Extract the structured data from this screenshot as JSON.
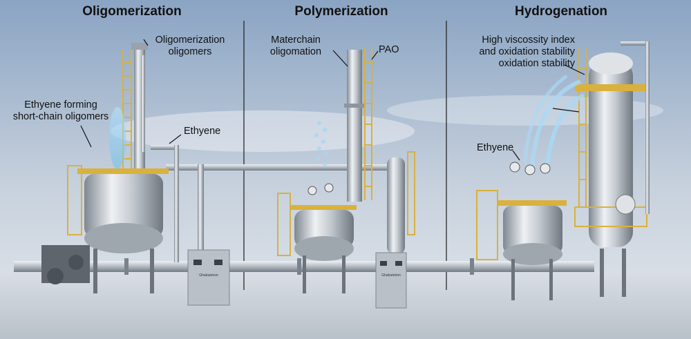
{
  "sections": [
    {
      "title": "Oligomerization"
    },
    {
      "title": "Polymerization"
    },
    {
      "title": "Hydrogenation"
    }
  ],
  "labels": {
    "oligo_product_1": "Oligomerization",
    "oligo_product_2": "oligomers",
    "ethyene_forming_1": "Ethyene forming",
    "ethyene_forming_2": "short-chain oligomers",
    "ethyene_left": "Ethyene",
    "materchain_1": "Materchain",
    "materchain_2": "oligomation",
    "pao": "PAO",
    "hvi_1": "High viscossity index",
    "hvi_2": "and oxidation stability",
    "hvi_3": "oxidation stability",
    "ethyene_right": "Ethyene"
  },
  "panels": {
    "left": "Ghabutetom",
    "right": "Ghabutetom"
  },
  "colors": {
    "sky_top": "#8fa9c6",
    "sky_bottom": "#dfe5ec",
    "floor": "#cfd5dc",
    "steel": "#c3c9cf",
    "rail": "#e0b93b",
    "liquid": "#9fd4f2"
  }
}
